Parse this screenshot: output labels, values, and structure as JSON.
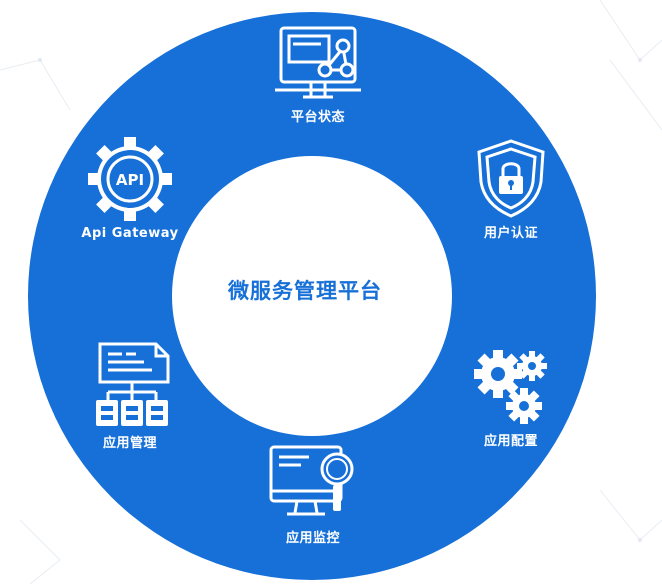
{
  "colors": {
    "ring": "#1670d8",
    "center": "#ffffff",
    "icon": "#ffffff",
    "title": "#1670d8"
  },
  "center": {
    "title": "微服务管理平台"
  },
  "nodes": [
    {
      "key": "status",
      "label": "平台状态",
      "icon": "monitor-network-icon"
    },
    {
      "key": "auth",
      "label": "用户认证",
      "icon": "shield-lock-icon"
    },
    {
      "key": "config",
      "label": "应用配置",
      "icon": "gears-icon"
    },
    {
      "key": "monitor",
      "label": "应用监控",
      "icon": "monitor-magnifier-icon"
    },
    {
      "key": "manage",
      "label": "应用管理",
      "icon": "folder-tree-icon"
    },
    {
      "key": "gateway",
      "label": "Api Gateway",
      "icon": "api-gear-icon"
    }
  ],
  "api_badge": "API"
}
